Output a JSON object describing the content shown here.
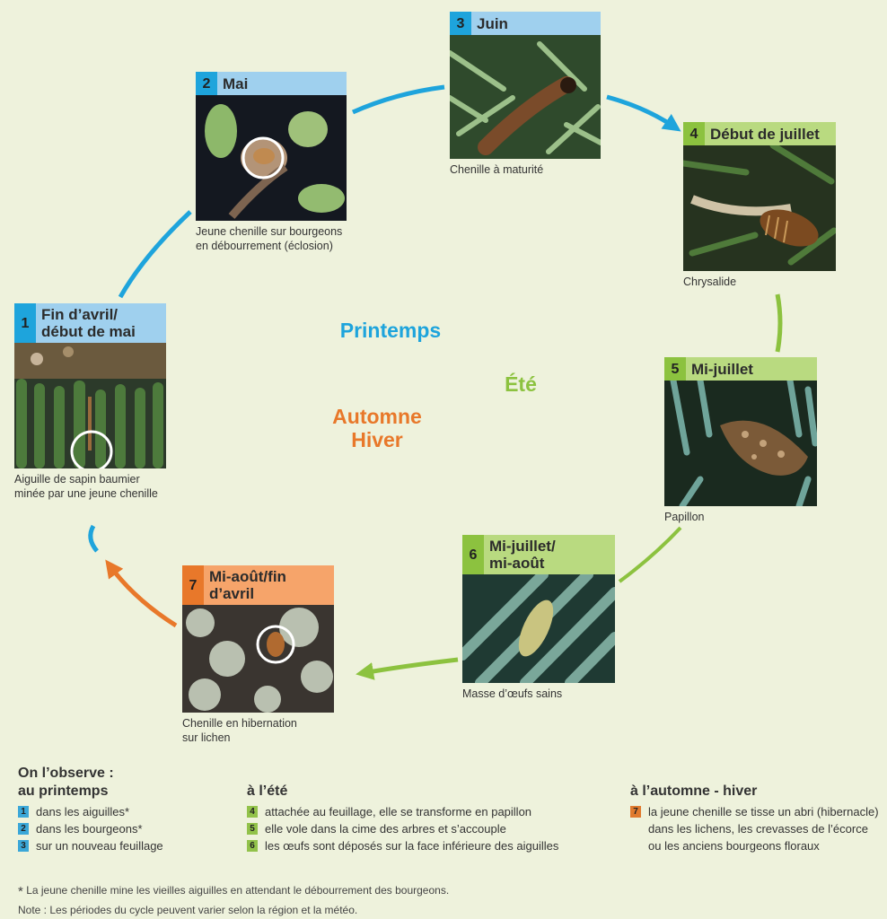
{
  "stages": [
    {
      "num": "1",
      "title": "Fin d’avril/\ndébut de mai",
      "caption": "Aiguille de sapin baumier\nminée par une jeune chenille"
    },
    {
      "num": "2",
      "title": "Mai",
      "caption": "Jeune chenille sur bourgeons\nen débourrement (éclosion)"
    },
    {
      "num": "3",
      "title": "Juin",
      "caption": "Chenille à maturité"
    },
    {
      "num": "4",
      "title": "Début de juillet",
      "caption": "Chrysalide"
    },
    {
      "num": "5",
      "title": "Mi-juillet",
      "caption": "Papillon"
    },
    {
      "num": "6",
      "title": "Mi-juillet/\nmi-août",
      "caption": "Masse d’œufs sains"
    },
    {
      "num": "7",
      "title": "Mi-août/fin d’avril\nou début de mai",
      "caption": "Chenille en hibernation\nsur lichen"
    }
  ],
  "seasons": {
    "spring": "Printemps",
    "summer": "Été",
    "autumn": "Automne\nHiver"
  },
  "legend": {
    "intro": "On l’observe :",
    "spring": {
      "title": "au printemps",
      "items": [
        {
          "num": "1",
          "text": "dans les aiguilles*"
        },
        {
          "num": "2",
          "text": "dans les bourgeons*"
        },
        {
          "num": "3",
          "text": "sur un nouveau feuillage"
        }
      ]
    },
    "summer": {
      "title": "à l’été",
      "items": [
        {
          "num": "4",
          "text": "attachée au feuillage, elle se transforme en papillon"
        },
        {
          "num": "5",
          "text": "elle vole dans la cime des arbres et s’accouple"
        },
        {
          "num": "6",
          "text": "les œufs sont déposés sur la face inférieure des aiguilles"
        }
      ]
    },
    "autumn": {
      "title": "à l’automne - hiver",
      "items": [
        {
          "num": "7",
          "text": "la jeune chenille se tisse un abri (hibernacle)\ndans les lichens, les crevasses de l’écorce\nou les anciens bourgeons floraux"
        }
      ]
    }
  },
  "footnote": "La jeune chenille mine les vieilles aiguilles en attendant le débourrement des bourgeons.",
  "footnote_mark": "*",
  "note": "Note : Les périodes du cycle peuvent varier selon la région et la météo.",
  "colors": {
    "spring": "#1ea4dc",
    "summer": "#8cc23f",
    "autumn": "#e8782a",
    "spring_header": "#9fd0ee",
    "summer_header": "#b9da80",
    "autumn_header": "#f6a46a",
    "background": "#eef2dc"
  }
}
